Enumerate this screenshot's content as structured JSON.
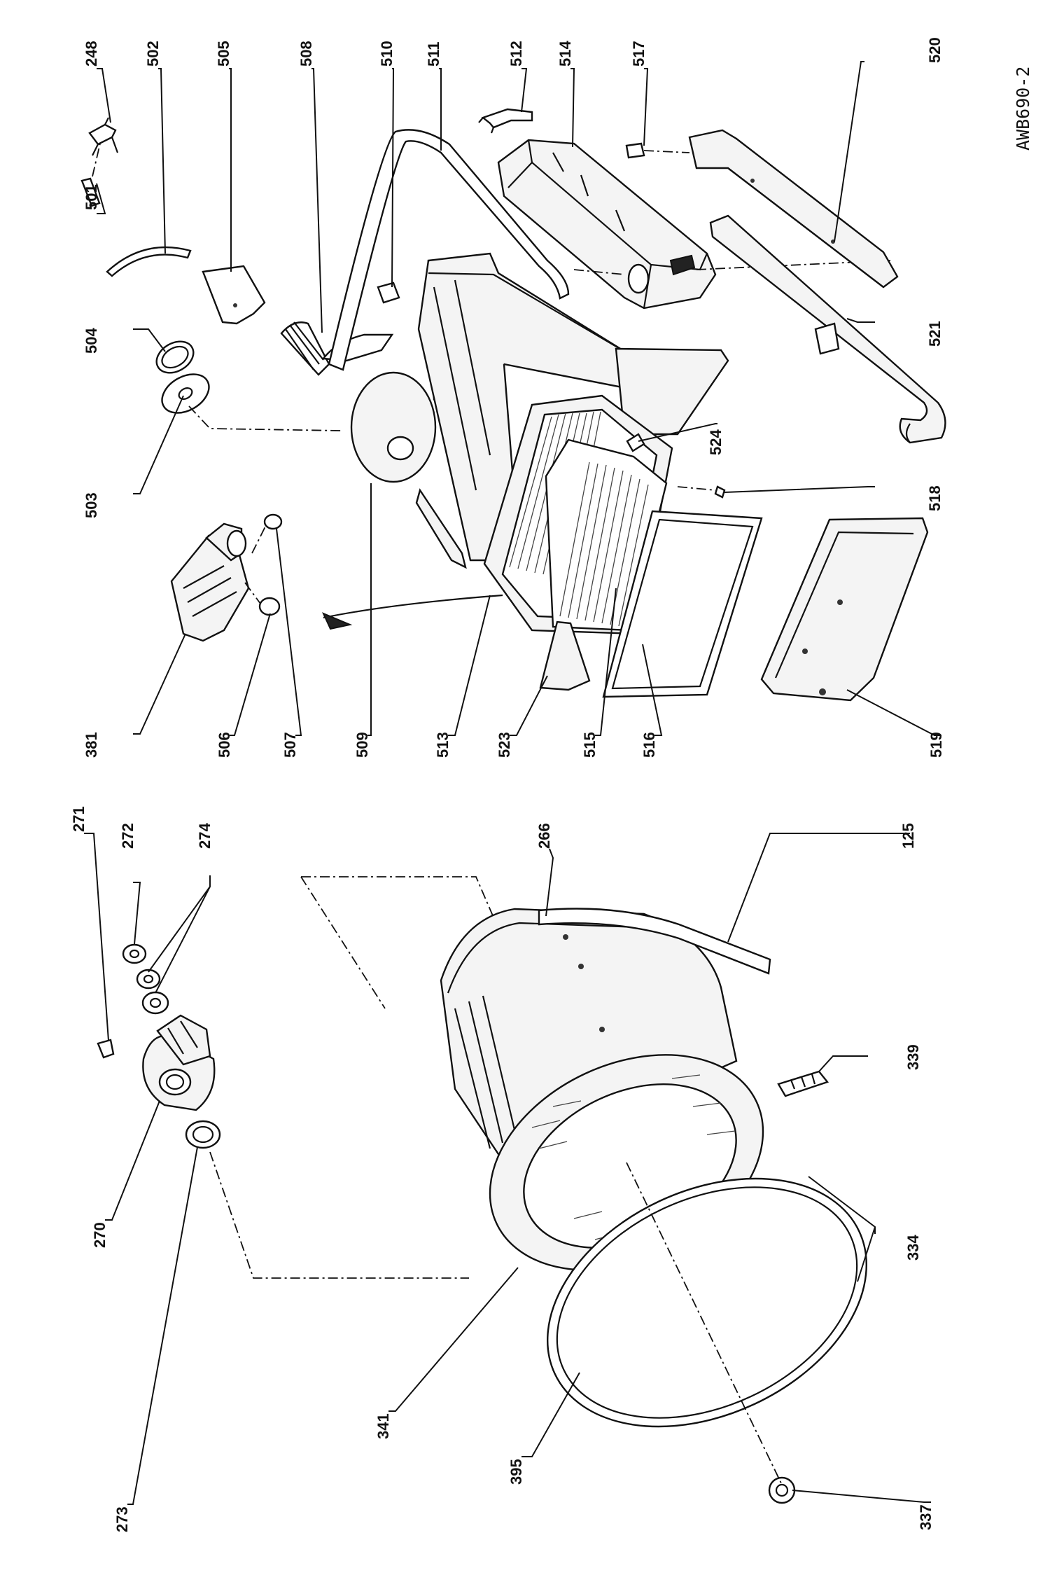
{
  "diagram_code": "AWB690-2",
  "callouts": [
    "248",
    "502",
    "505",
    "508",
    "510",
    "511",
    "512",
    "514",
    "517",
    "520",
    "501",
    "504",
    "503",
    "521",
    "524",
    "518",
    "381",
    "506",
    "507",
    "509",
    "513",
    "523",
    "515",
    "516",
    "519",
    "271",
    "272",
    "274",
    "266",
    "125",
    "270",
    "273",
    "339",
    "334",
    "341",
    "395",
    "337"
  ]
}
